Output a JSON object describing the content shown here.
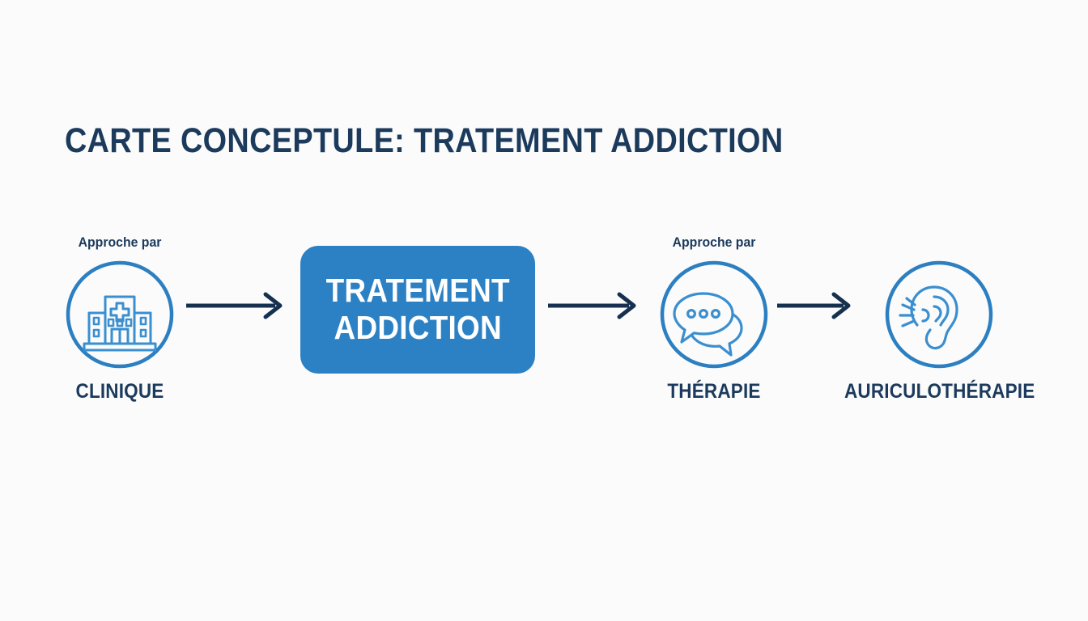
{
  "page": {
    "background_color": "#fbfbfb",
    "title": "CARTE CONCEPTULE: TRATEMENT ADDICTION",
    "title_color": "#1b3a5c"
  },
  "colors": {
    "navy": "#1b3a5c",
    "blue": "#2b81c4",
    "icon_blue": "#2c7fc0",
    "arrow": "#15314f",
    "white": "#ffffff"
  },
  "center_node": {
    "line1": "TRATEMENT",
    "line2": "ADDICTION",
    "fill": "#2b81c4",
    "text_color": "#ffffff"
  },
  "nodes": [
    {
      "id": "clinique",
      "prefix": "Approche par",
      "label": "CLINIQUE",
      "icon": "hospital-icon"
    },
    {
      "id": "therapie",
      "prefix": "Approche par",
      "label": "THÉRAPIE",
      "icon": "speech-bubbles-icon"
    },
    {
      "id": "auriculotherapie",
      "prefix": "",
      "label": "AURICULOTHÉRAPIE",
      "icon": "ear-listening-icon"
    }
  ],
  "arrows": [
    {
      "id": "arrow-clinique-to-center",
      "from": "clinique",
      "to": "center",
      "direction": "right"
    },
    {
      "id": "arrow-center-to-therapie",
      "from": "center",
      "to": "therapie",
      "direction": "right"
    },
    {
      "id": "arrow-therapie-to-auriculotherapie",
      "from": "therapie",
      "to": "auriculotherapie",
      "direction": "right"
    }
  ]
}
